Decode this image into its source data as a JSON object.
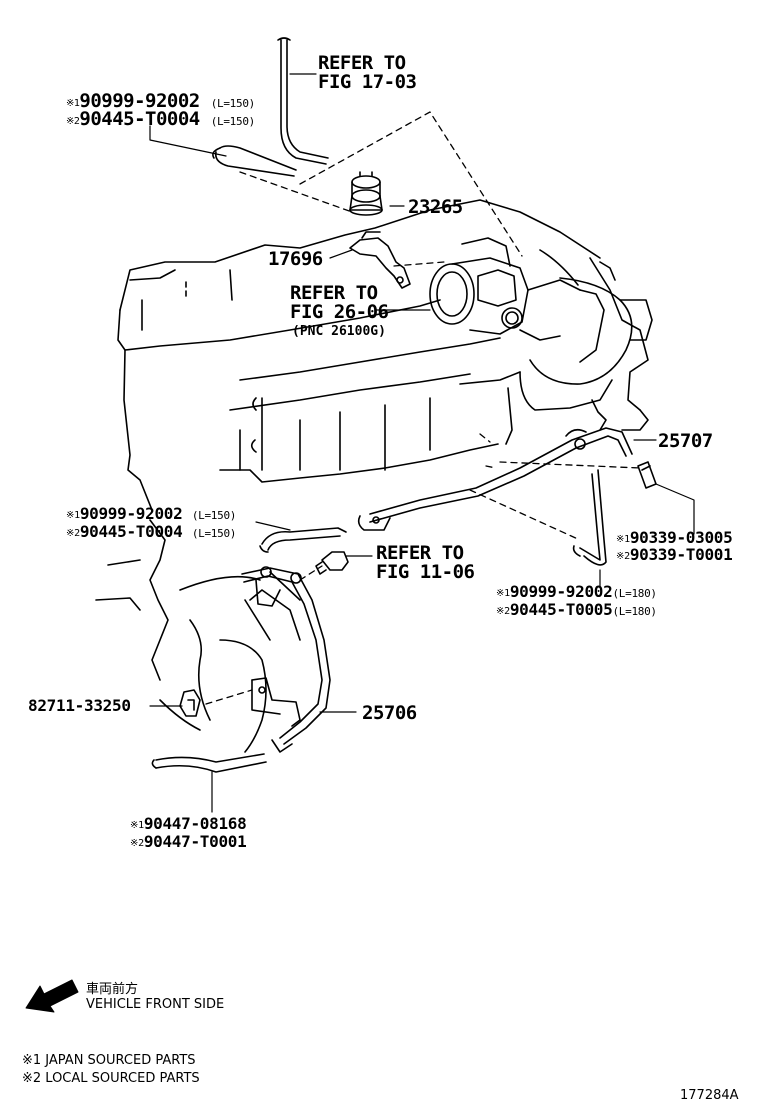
{
  "refs": {
    "fig_17_03": [
      "REFER TO",
      "FIG 17-03"
    ],
    "fig_26_06": [
      "REFER TO",
      "FIG 26-06"
    ],
    "pnc": "(PNC 26100G)",
    "fig_11_06": [
      "REFER TO",
      "FIG 11-06"
    ]
  },
  "parts": {
    "p23265": "23265",
    "p17696": "17696",
    "p25707": "25707",
    "p25706": "25706",
    "p82711": "82711-33250"
  },
  "hoses": {
    "top_left": [
      {
        "mark": "※1",
        "pn": "90999-92002",
        "len": "(L=150)"
      },
      {
        "mark": "※2",
        "pn": "90445-T0004",
        "len": "(L=150)"
      }
    ],
    "mid_left": [
      {
        "mark": "※1",
        "pn": "90999-92002",
        "len": "(L=150)"
      },
      {
        "mark": "※2",
        "pn": "90445-T0004",
        "len": "(L=150)"
      }
    ],
    "right_clip": [
      {
        "mark": "※1",
        "pn": "90339-03005"
      },
      {
        "mark": "※2",
        "pn": "90339-T0001"
      }
    ],
    "right_hose": [
      {
        "mark": "※1",
        "pn": "90999-92002",
        "len": "(L=180)"
      },
      {
        "mark": "※2",
        "pn": "90445-T0005",
        "len": "(L=180)"
      }
    ],
    "bottom": [
      {
        "mark": "※1",
        "pn": "90447-08168"
      },
      {
        "mark": "※2",
        "pn": "90447-T0001"
      }
    ]
  },
  "legend": {
    "front_jp": "車両前方",
    "front_en": "VEHICLE FRONT SIDE",
    "note1": "※1 JAPAN SOURCED PARTS",
    "note2": "※2 LOCAL SOURCED PARTS"
  },
  "figure_id": "177284A"
}
